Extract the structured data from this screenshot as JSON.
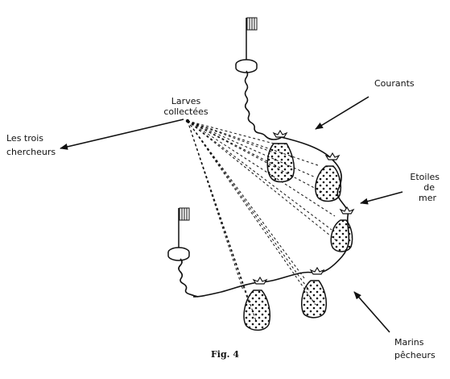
{
  "labels": {
    "larves_line1": "Larves",
    "larves_line2": "collectées",
    "chercheurs_line1": "Les trois",
    "chercheurs_line2": "chercheurs",
    "courants": "Courants",
    "etoiles_line1": "Etoiles",
    "etoiles_line2": "de",
    "etoiles_line3": "mer",
    "marins_line1": "Marins",
    "marins_line2": "pêcheurs"
  },
  "caption": "Fig. 4",
  "icons": [
    "flag-icon",
    "buoy-icon",
    "collector-bag-icon",
    "arrow-icon"
  ],
  "colors": {
    "ink": "#111111",
    "paper": "#ffffff"
  }
}
